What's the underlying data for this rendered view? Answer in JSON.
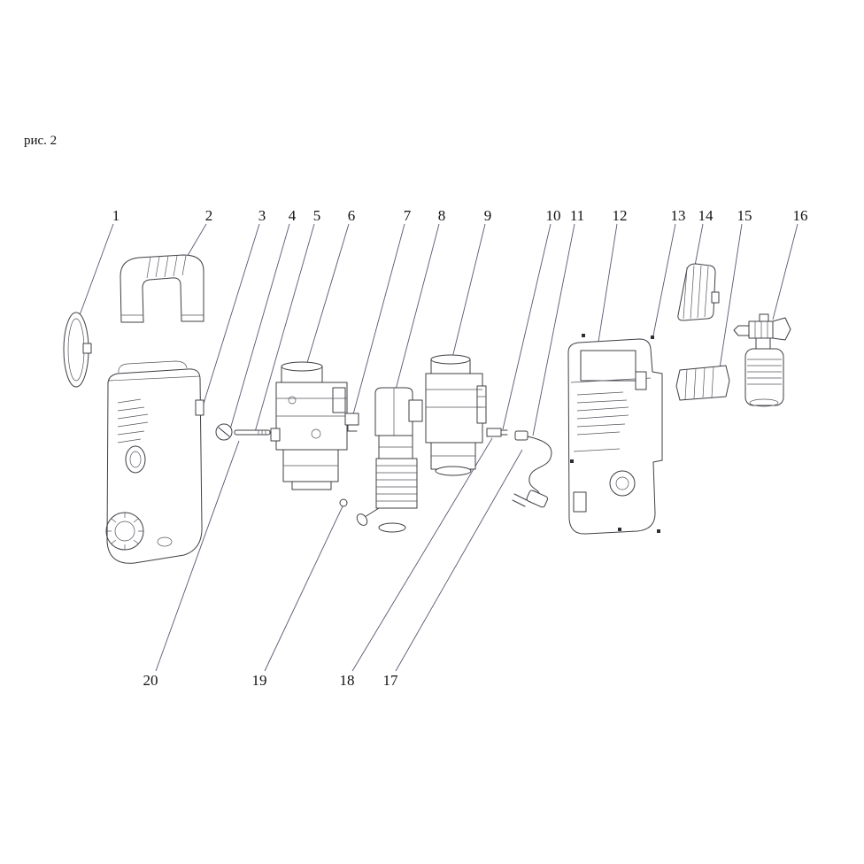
{
  "figure": {
    "caption": "рис. 2"
  },
  "colors": {
    "line": "#3f3f46",
    "leader": "#545a70",
    "text": "#111111",
    "background": "#ffffff"
  },
  "labels": [
    {
      "text": "1"
    },
    {
      "text": "2"
    },
    {
      "text": "3"
    },
    {
      "text": "4"
    },
    {
      "text": "5"
    },
    {
      "text": "6"
    },
    {
      "text": "7"
    },
    {
      "text": "8"
    },
    {
      "text": "9"
    },
    {
      "text": "10"
    },
    {
      "text": "11"
    },
    {
      "text": "12"
    },
    {
      "text": "13"
    },
    {
      "text": "14"
    },
    {
      "text": "15"
    },
    {
      "text": "16"
    },
    {
      "text": "20"
    },
    {
      "text": "19"
    },
    {
      "text": "18"
    },
    {
      "text": "17"
    }
  ]
}
